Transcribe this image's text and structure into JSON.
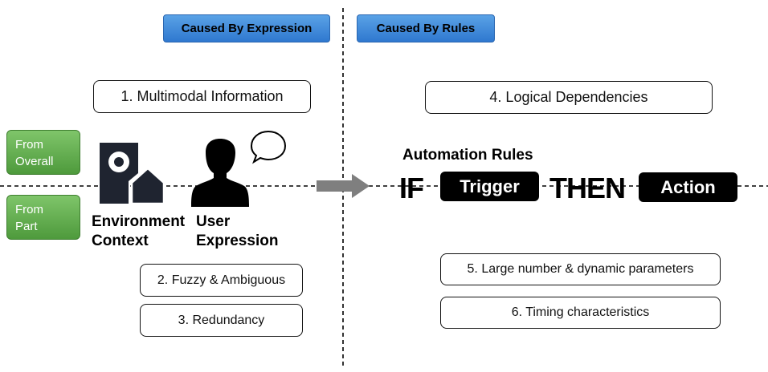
{
  "headers": {
    "left": "Caused By Expression",
    "right": "Caused By Rules"
  },
  "side_tags": {
    "overall": [
      "From",
      "Overall"
    ],
    "part": [
      "From",
      "Part"
    ]
  },
  "boxes": {
    "b1": "1. Multimodal Information",
    "b2": "2. Fuzzy & Ambiguous",
    "b3": "3. Redundancy",
    "b4": "4. Logical Dependencies",
    "b5": "5. Large number & dynamic parameters",
    "b6": "6. Timing characteristics"
  },
  "icons": {
    "environment": {
      "icon": "environment-context-icon",
      "label": [
        "Environment",
        "Context"
      ]
    },
    "user": {
      "icon": "user-speaking-icon",
      "label": [
        "User",
        "Expression"
      ]
    }
  },
  "rules": {
    "title": "Automation Rules",
    "if": "IF",
    "trigger": "Trigger",
    "then": "THEN",
    "action": "Action"
  }
}
